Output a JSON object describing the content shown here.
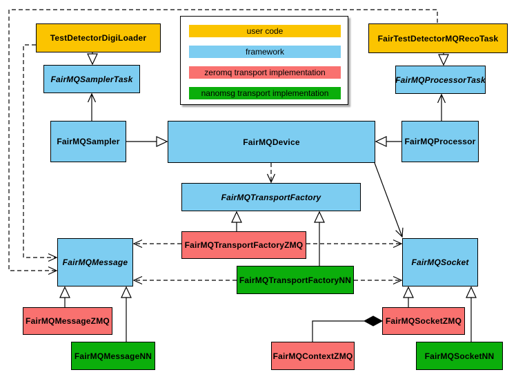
{
  "legend": {
    "items": [
      {
        "label": "user code",
        "color": "#FBC400"
      },
      {
        "label": "framework",
        "color": "#7DCDF1"
      },
      {
        "label": "zeromq transport implementation",
        "color": "#F9716F"
      },
      {
        "label": "nanomsg transport implementation",
        "color": "#0BAE0B"
      }
    ]
  },
  "nodes": {
    "testDetectorDigiLoader": {
      "label": "TestDetectorDigiLoader",
      "category": "user code",
      "color": "#FBC400",
      "abstract": false
    },
    "fairTestDetectorMQRecoTask": {
      "label": "FairTestDetectorMQRecoTask",
      "category": "user code",
      "color": "#FBC400",
      "abstract": false
    },
    "fairMQSamplerTask": {
      "label": "FairMQSamplerTask",
      "category": "framework",
      "color": "#7DCDF1",
      "abstract": true
    },
    "fairMQProcessorTask": {
      "label": "FairMQProcessorTask",
      "category": "framework",
      "color": "#7DCDF1",
      "abstract": true
    },
    "fairMQSampler": {
      "label": "FairMQSampler",
      "category": "framework",
      "color": "#7DCDF1",
      "abstract": false
    },
    "fairMQDevice": {
      "label": "FairMQDevice",
      "category": "framework",
      "color": "#7DCDF1",
      "abstract": false
    },
    "fairMQProcessor": {
      "label": "FairMQProcessor",
      "category": "framework",
      "color": "#7DCDF1",
      "abstract": false
    },
    "fairMQTransportFactory": {
      "label": "FairMQTransportFactory",
      "category": "framework",
      "color": "#7DCDF1",
      "abstract": true
    },
    "fairMQTransportFactoryZMQ": {
      "label": "FairMQTransportFactoryZMQ",
      "category": "zeromq transport implementation",
      "color": "#F9716F",
      "abstract": false
    },
    "fairMQTransportFactoryNN": {
      "label": "FairMQTransportFactoryNN",
      "category": "nanomsg transport implementation",
      "color": "#0BAE0B",
      "abstract": false
    },
    "fairMQMessage": {
      "label": "FairMQMessage",
      "category": "framework",
      "color": "#7DCDF1",
      "abstract": true
    },
    "fairMQSocket": {
      "label": "FairMQSocket",
      "category": "framework",
      "color": "#7DCDF1",
      "abstract": true
    },
    "fairMQMessageZMQ": {
      "label": "FairMQMessageZMQ",
      "category": "zeromq transport implementation",
      "color": "#F9716F",
      "abstract": false
    },
    "fairMQMessageNN": {
      "label": "FairMQMessageNN",
      "category": "nanomsg transport implementation",
      "color": "#0BAE0B",
      "abstract": false
    },
    "fairMQSocketZMQ": {
      "label": "FairMQSocketZMQ",
      "category": "zeromq transport implementation",
      "color": "#F9716F",
      "abstract": false
    },
    "fairMQContextZMQ": {
      "label": "FairMQContextZMQ",
      "category": "zeromq transport implementation",
      "color": "#F9716F",
      "abstract": false
    },
    "fairMQSocketNN": {
      "label": "FairMQSocketNN",
      "category": "nanomsg transport implementation",
      "color": "#0BAE0B",
      "abstract": false
    }
  },
  "edges": [
    {
      "from": "TestDetectorDigiLoader",
      "to": "FairMQSamplerTask",
      "type": "inheritance"
    },
    {
      "from": "FairTestDetectorMQRecoTask",
      "to": "FairMQProcessorTask",
      "type": "inheritance"
    },
    {
      "from": "FairMQSampler",
      "to": "FairMQSamplerTask",
      "type": "association"
    },
    {
      "from": "FairMQProcessor",
      "to": "FairMQProcessorTask",
      "type": "association"
    },
    {
      "from": "FairMQSampler",
      "to": "FairMQDevice",
      "type": "inheritance"
    },
    {
      "from": "FairMQProcessor",
      "to": "FairMQDevice",
      "type": "inheritance"
    },
    {
      "from": "FairMQDevice",
      "to": "FairMQTransportFactory",
      "type": "dependency"
    },
    {
      "from": "FairMQDevice",
      "to": "FairMQSocket",
      "type": "association"
    },
    {
      "from": "FairMQTransportFactoryZMQ",
      "to": "FairMQTransportFactory",
      "type": "inheritance"
    },
    {
      "from": "FairMQTransportFactoryNN",
      "to": "FairMQTransportFactory",
      "type": "inheritance"
    },
    {
      "from": "FairMQTransportFactoryZMQ",
      "to": "FairMQMessage",
      "type": "dependency"
    },
    {
      "from": "FairMQTransportFactoryZMQ",
      "to": "FairMQSocket",
      "type": "dependency"
    },
    {
      "from": "FairMQTransportFactoryNN",
      "to": "FairMQMessage",
      "type": "dependency"
    },
    {
      "from": "FairMQTransportFactoryNN",
      "to": "FairMQSocket",
      "type": "dependency"
    },
    {
      "from": "TestDetectorDigiLoader",
      "to": "FairMQMessage",
      "type": "dependency"
    },
    {
      "from": "FairTestDetectorMQRecoTask",
      "to": "FairMQMessage",
      "type": "dependency"
    },
    {
      "from": "FairMQMessageZMQ",
      "to": "FairMQMessage",
      "type": "inheritance"
    },
    {
      "from": "FairMQMessageNN",
      "to": "FairMQMessage",
      "type": "inheritance"
    },
    {
      "from": "FairMQSocketZMQ",
      "to": "FairMQSocket",
      "type": "inheritance"
    },
    {
      "from": "FairMQSocketNN",
      "to": "FairMQSocket",
      "type": "inheritance"
    },
    {
      "from": "FairMQSocketZMQ",
      "to": "FairMQContextZMQ",
      "type": "composition"
    }
  ]
}
